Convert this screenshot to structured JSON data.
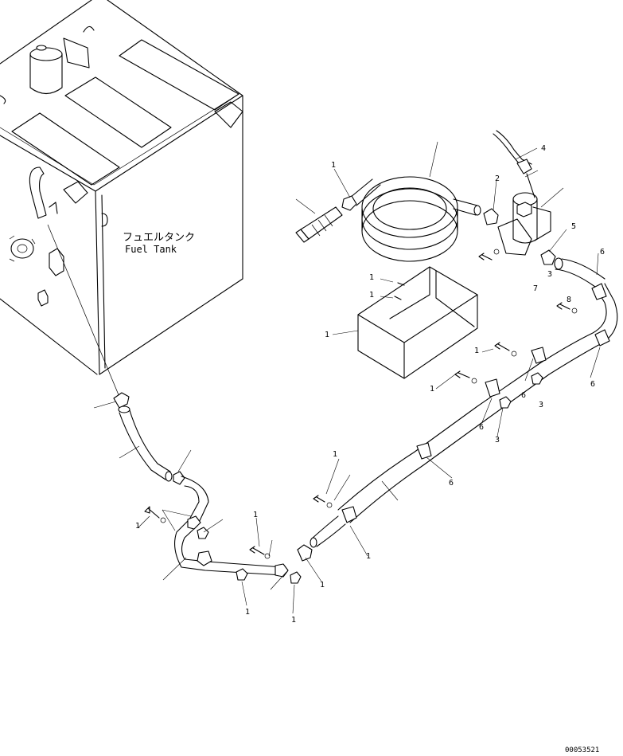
{
  "tank_label": {
    "jp": "フュエルタンク",
    "en": "Fuel Tank"
  },
  "drawing_code": "00053521",
  "callouts": [
    "1",
    "2",
    "3",
    "4",
    "5",
    "6",
    "7",
    "8"
  ]
}
